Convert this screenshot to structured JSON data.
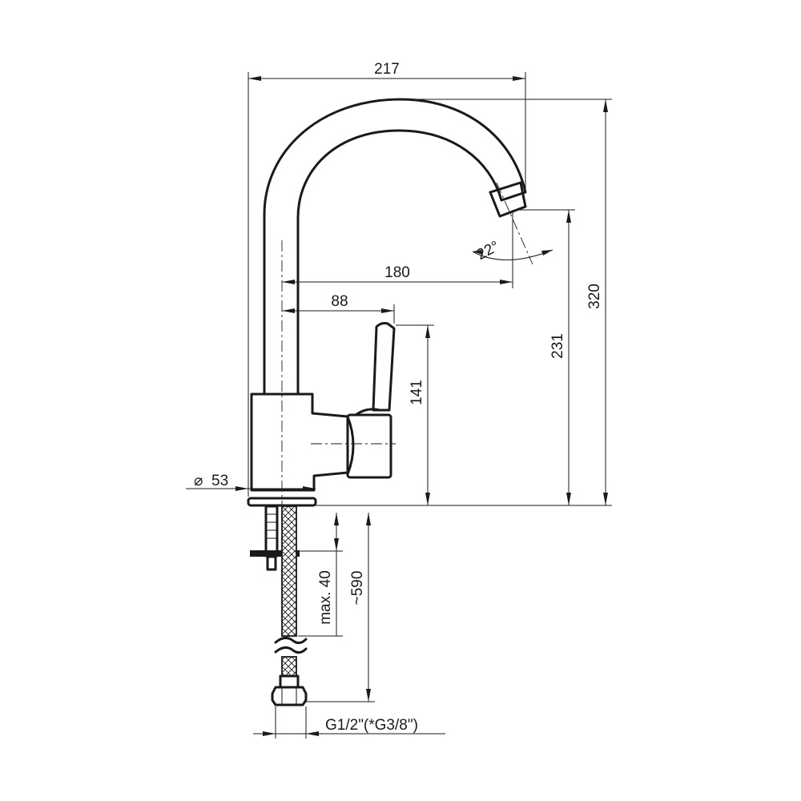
{
  "dimensions": {
    "spout_reach": "217",
    "overall_height": "320",
    "spout_outlet_height": "231",
    "spout_center_to_outlet": "180",
    "lever_reach": "88",
    "lever_height": "141",
    "spout_angle": "22°",
    "body_diameter": "53",
    "diameter_symbol": "⌀",
    "max_deck_thickness": "max. 40",
    "hose_length": "~590",
    "connection_thread": "G1/2\"(*G3/8\")"
  },
  "colors": {
    "line": "#1a1a1a",
    "background": "#ffffff"
  }
}
